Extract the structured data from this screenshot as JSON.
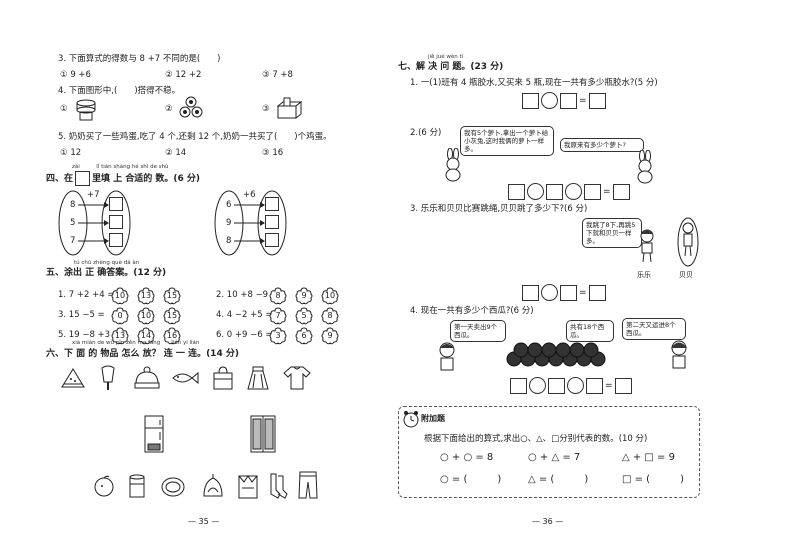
{
  "left": {
    "q3": {
      "text": "3. 下面算式的得数与 8 +7 不同的是(　　)",
      "options": [
        "① 9 +6",
        "② 12 +2",
        "③ 7 +8"
      ]
    },
    "q4": {
      "text": "4. 下面图形中,(　　)搭得不稳。",
      "options": [
        "①",
        "②",
        "③"
      ]
    },
    "q5": {
      "text": "5. 奶奶买了一些鸡蛋,吃了 4 个,还剩 12 个,奶奶一共买了(　　)个鸡蛋。",
      "options": [
        "① 12",
        "② 14",
        "③ 16"
      ]
    },
    "s4": {
      "pinyin": "zài　　　lǐ tián shàng hé shì de shù",
      "before": "四、在",
      "after": "里填 上 合适的 数。(6 分)",
      "left_oval": {
        "op": "+7",
        "nums": [
          "8",
          "5",
          "7"
        ]
      },
      "right_oval": {
        "op": "+6",
        "nums": [
          "6",
          "9",
          "8"
        ]
      }
    },
    "s5": {
      "pinyin": "tú chū zhèng què dá àn",
      "title": "五、涂出 正 确答案。(12 分)",
      "rows": [
        {
          "expr": "1. 7 +2 +4 =",
          "opts": [
            "10",
            "13",
            "15"
          ]
        },
        {
          "expr": "2. 10 +8 −9 =",
          "opts": [
            "8",
            "9",
            "10"
          ]
        },
        {
          "expr": "3. 15 −5 =",
          "opts": [
            "0",
            "10",
            "15"
          ]
        },
        {
          "expr": "4. 4 −2 +5 =",
          "opts": [
            "7",
            "5",
            "8"
          ]
        },
        {
          "expr": "5. 19 −8 +3 =",
          "opts": [
            "13",
            "14",
            "16"
          ]
        },
        {
          "expr": "6. 0 +9 −6 =",
          "opts": [
            "3",
            "6",
            "9"
          ]
        }
      ]
    },
    "s6": {
      "pinyin": "xià miàn de wù pǐn zěn me fàng　　lián yi lián",
      "title": "六、下 面 的 物品 怎么 放？ 连 一 连。(14 分)"
    },
    "page_number": "— 35 —"
  },
  "right": {
    "s7": {
      "pinyin": "jiě jué wèn tí",
      "title": "七、解 决 问 题。(23 分)"
    },
    "p1": {
      "text": "1. 一(1)班有 4 瓶胶水,又买来 5 瓶,现在一共有多少瓶胶水?(5 分)",
      "ops": [
        "○",
        "="
      ]
    },
    "p2": {
      "text": "2.(6 分)",
      "bubble1": "我有5个萝卜,拿出一个萝卜给小灰兔,这时我俩的萝卜一样多。",
      "bubble2": "我原来有多少个萝卜?"
    },
    "p3": {
      "text": "3. 乐乐和贝贝比赛跳绳,贝贝跳了多少下?(6 分)",
      "bubble": "我跳了8下,再跳5下就和贝贝一样多。",
      "name1": "乐乐",
      "name2": "贝贝"
    },
    "p4": {
      "text": "4. 现在一共有多少个西瓜?(6 分)",
      "bubble1": "第一天卖出9个西瓜。",
      "bubble2": "共有18个西瓜。",
      "bubble3": "第二天又运进8个西瓜。"
    },
    "extra": {
      "label": "附加题",
      "text": "根据下面给出的算式,求出○、△、□分别代表的数。(10 分)",
      "eq1": "○ + ○ = 8",
      "eq2": "○ + △ = 7",
      "eq3": "△ + □ = 9",
      "ans1": "○ = (　　　)",
      "ans2": "△ = (　　　)",
      "ans3": "□ = (　　　)"
    },
    "page_number": "— 36 —"
  }
}
